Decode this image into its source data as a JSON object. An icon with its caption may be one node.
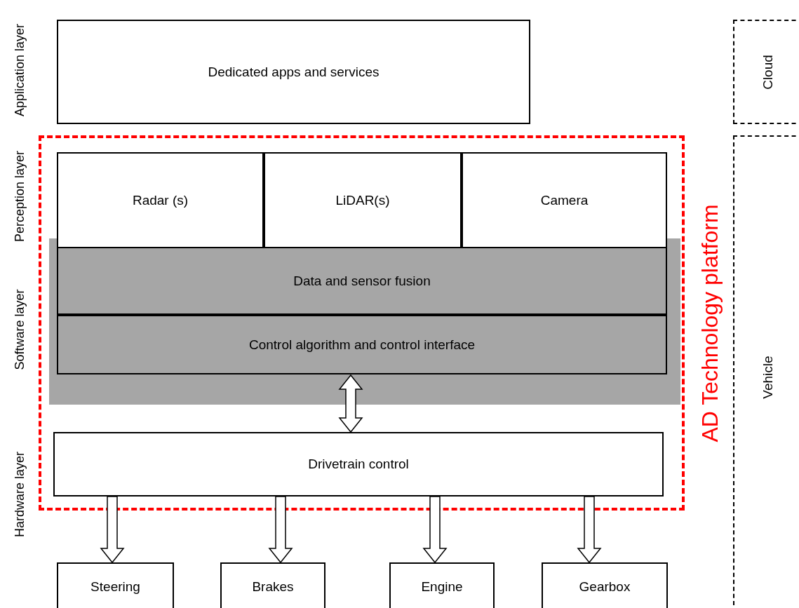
{
  "diagram": {
    "nodes": [
      {
        "text": [
          "Cloud"
        ]
      },
      {
        "text": [
          "Vehicle"
        ]
      },
      {
        "text": [
          "Dedicated apps and services"
        ]
      },
      {
        "text": [
          "AD Technology platform"
        ]
      },
      {
        "text": [],
        "shape": "box",
        "in": 3
      },
      {
        "text": [
          "Radar (s)"
        ],
        "in": 3
      },
      {
        "text": [
          "LiDAR(s)"
        ],
        "in": 3
      },
      {
        "text": [
          "Camera"
        ],
        "in": 3
      },
      {
        "text": [
          "Data and sensor fusion"
        ],
        "in": 4
      },
      {
        "text": [
          "Control algorithm and control interface"
        ],
        "in": 4
      },
      {
        "text": [
          "Drivetrain control"
        ],
        "in": 3
      },
      {
        "text": [
          "Steering"
        ]
      },
      {
        "text": [
          "Brakes"
        ]
      },
      {
        "text": [
          "Engine"
        ]
      },
      {
        "text": [
          "Gearbox"
        ]
      }
    ],
    "edges": [
      {
        "from": 9,
        "to": 10,
        "arrow": "both"
      },
      {
        "from": 10,
        "to": 11,
        "arrow": "to"
      },
      {
        "from": 10,
        "to": 12,
        "arrow": "to"
      },
      {
        "from": 10,
        "to": 13,
        "arrow": "to"
      },
      {
        "from": 10,
        "to": 14,
        "arrow": "to"
      }
    ],
    "labels": [
      "Application layer",
      "Perception layer",
      "Software layer",
      "Hardware layer"
    ]
  }
}
